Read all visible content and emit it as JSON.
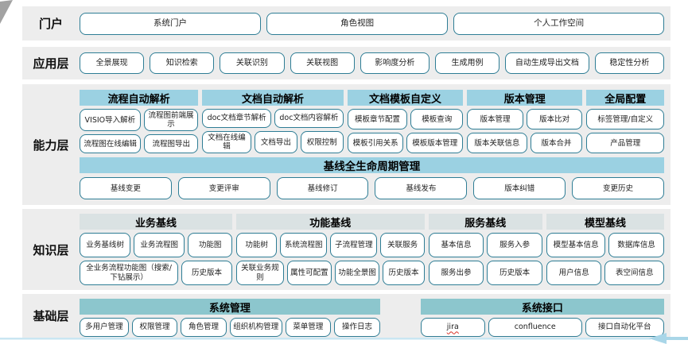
{
  "layers": {
    "portal": {
      "label": "门户",
      "buttons": [
        "系统门户",
        "角色视图",
        "个人工作空间"
      ]
    },
    "application": {
      "label": "应用层",
      "buttons": [
        "全景展现",
        "知识检索",
        "关联识别",
        "关联视图",
        "影响度分析",
        "生成用例",
        "自动生成导出文档",
        "稳定性分析"
      ]
    },
    "capability": {
      "label": "能力层",
      "groups": [
        {
          "title": "流程自动解析",
          "rows": [
            [
              "VISIO导入解析",
              "流程图前端展示"
            ],
            [
              "流程图在线编辑",
              "流程图导出"
            ]
          ]
        },
        {
          "title": "文档自动解析",
          "rows": [
            [
              "doc文档章节解析",
              "doc文档内容解析"
            ],
            [
              "文档在线编辑",
              "文档导出",
              "权限控制"
            ]
          ]
        },
        {
          "title": "文档模板自定义",
          "rows": [
            [
              "模板章节配置",
              "模板查询"
            ],
            [
              "模板引用关系",
              "模板版本管理"
            ]
          ]
        },
        {
          "title": "版本管理",
          "rows": [
            [
              "版本管理",
              "版本比对"
            ],
            [
              "版本关联信息",
              "版本合并"
            ]
          ]
        },
        {
          "title": "全局配置",
          "rows": [
            [
              "标签管理/自定义"
            ],
            [
              "产品管理"
            ]
          ]
        }
      ],
      "baseline": {
        "title": "基线全生命周期管理",
        "buttons": [
          "基线变更",
          "变更评审",
          "基线修订",
          "基线发布",
          "版本纠错",
          "变更历史"
        ]
      }
    },
    "knowledge": {
      "label": "知识层",
      "groups": [
        {
          "title": "业务基线",
          "rows": [
            [
              "业务基线树",
              "业务流程图",
              "功能图"
            ],
            [
              "全业务流程功能图（搜索/下钻展示）",
              "历史版本"
            ]
          ]
        },
        {
          "title": "功能基线",
          "rows": [
            [
              "功能树",
              "系统流程图",
              "子流程管理",
              "关联服务"
            ],
            [
              "关联业务规则",
              "属性可配置",
              "功能全景图",
              "历史版本"
            ]
          ]
        },
        {
          "title": "服务基线",
          "rows": [
            [
              "基本信息",
              "服务入参"
            ],
            [
              "服务出参",
              "历史版本"
            ]
          ]
        },
        {
          "title": "模型基线",
          "rows": [
            [
              "模型基本信息",
              "数据库信息"
            ],
            [
              "用户信息",
              "表空间信息"
            ]
          ]
        }
      ]
    },
    "base": {
      "label": "基础层",
      "groups": [
        {
          "title": "系统管理",
          "rows": [
            [
              "多用户管理",
              "权限管理",
              "角色管理",
              "组织机构管理",
              "菜单管理",
              "操作日志"
            ]
          ]
        },
        {
          "title": "系统接口",
          "rows": [
            [
              {
                "label": "jira",
                "misspelled": true
              },
              "confluence",
              "接口自动化平台"
            ]
          ]
        }
      ]
    }
  },
  "colors": {
    "button_border": "#2E7D95",
    "capability_header": "#9BD1E2",
    "knowledge_header": "#DAE2E3",
    "base_header": "#8CC6CD",
    "band_background": "#EDEDED",
    "arrow_accent": "#A9D6E8"
  }
}
